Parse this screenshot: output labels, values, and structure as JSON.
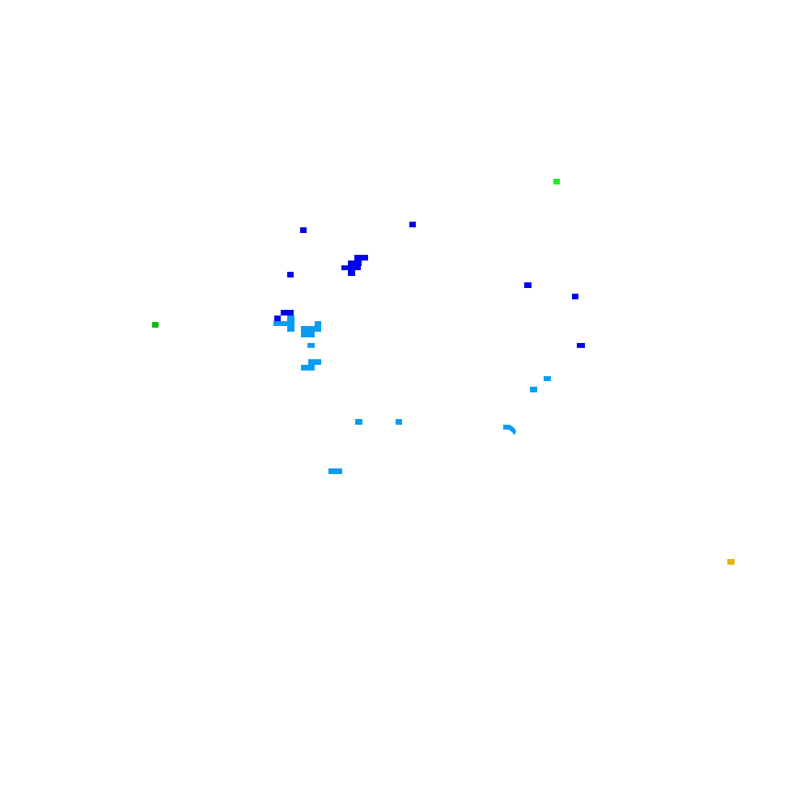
{
  "map": {
    "background": "#ffffff",
    "palette": {
      "deep_blue": "#0000ee",
      "light_blue": "#0a9cf2",
      "bright_green": "#22ee22",
      "green": "#11bb11",
      "amber": "#e8b40a"
    },
    "categories": [
      {
        "id": "cat-deep-blue",
        "color_key": "deep_blue"
      },
      {
        "id": "cat-light-blue",
        "color_key": "light_blue"
      },
      {
        "id": "cat-bright-green",
        "color_key": "bright_green"
      },
      {
        "id": "cat-green",
        "color_key": "green"
      },
      {
        "id": "cat-amber",
        "color_key": "amber"
      }
    ]
  }
}
